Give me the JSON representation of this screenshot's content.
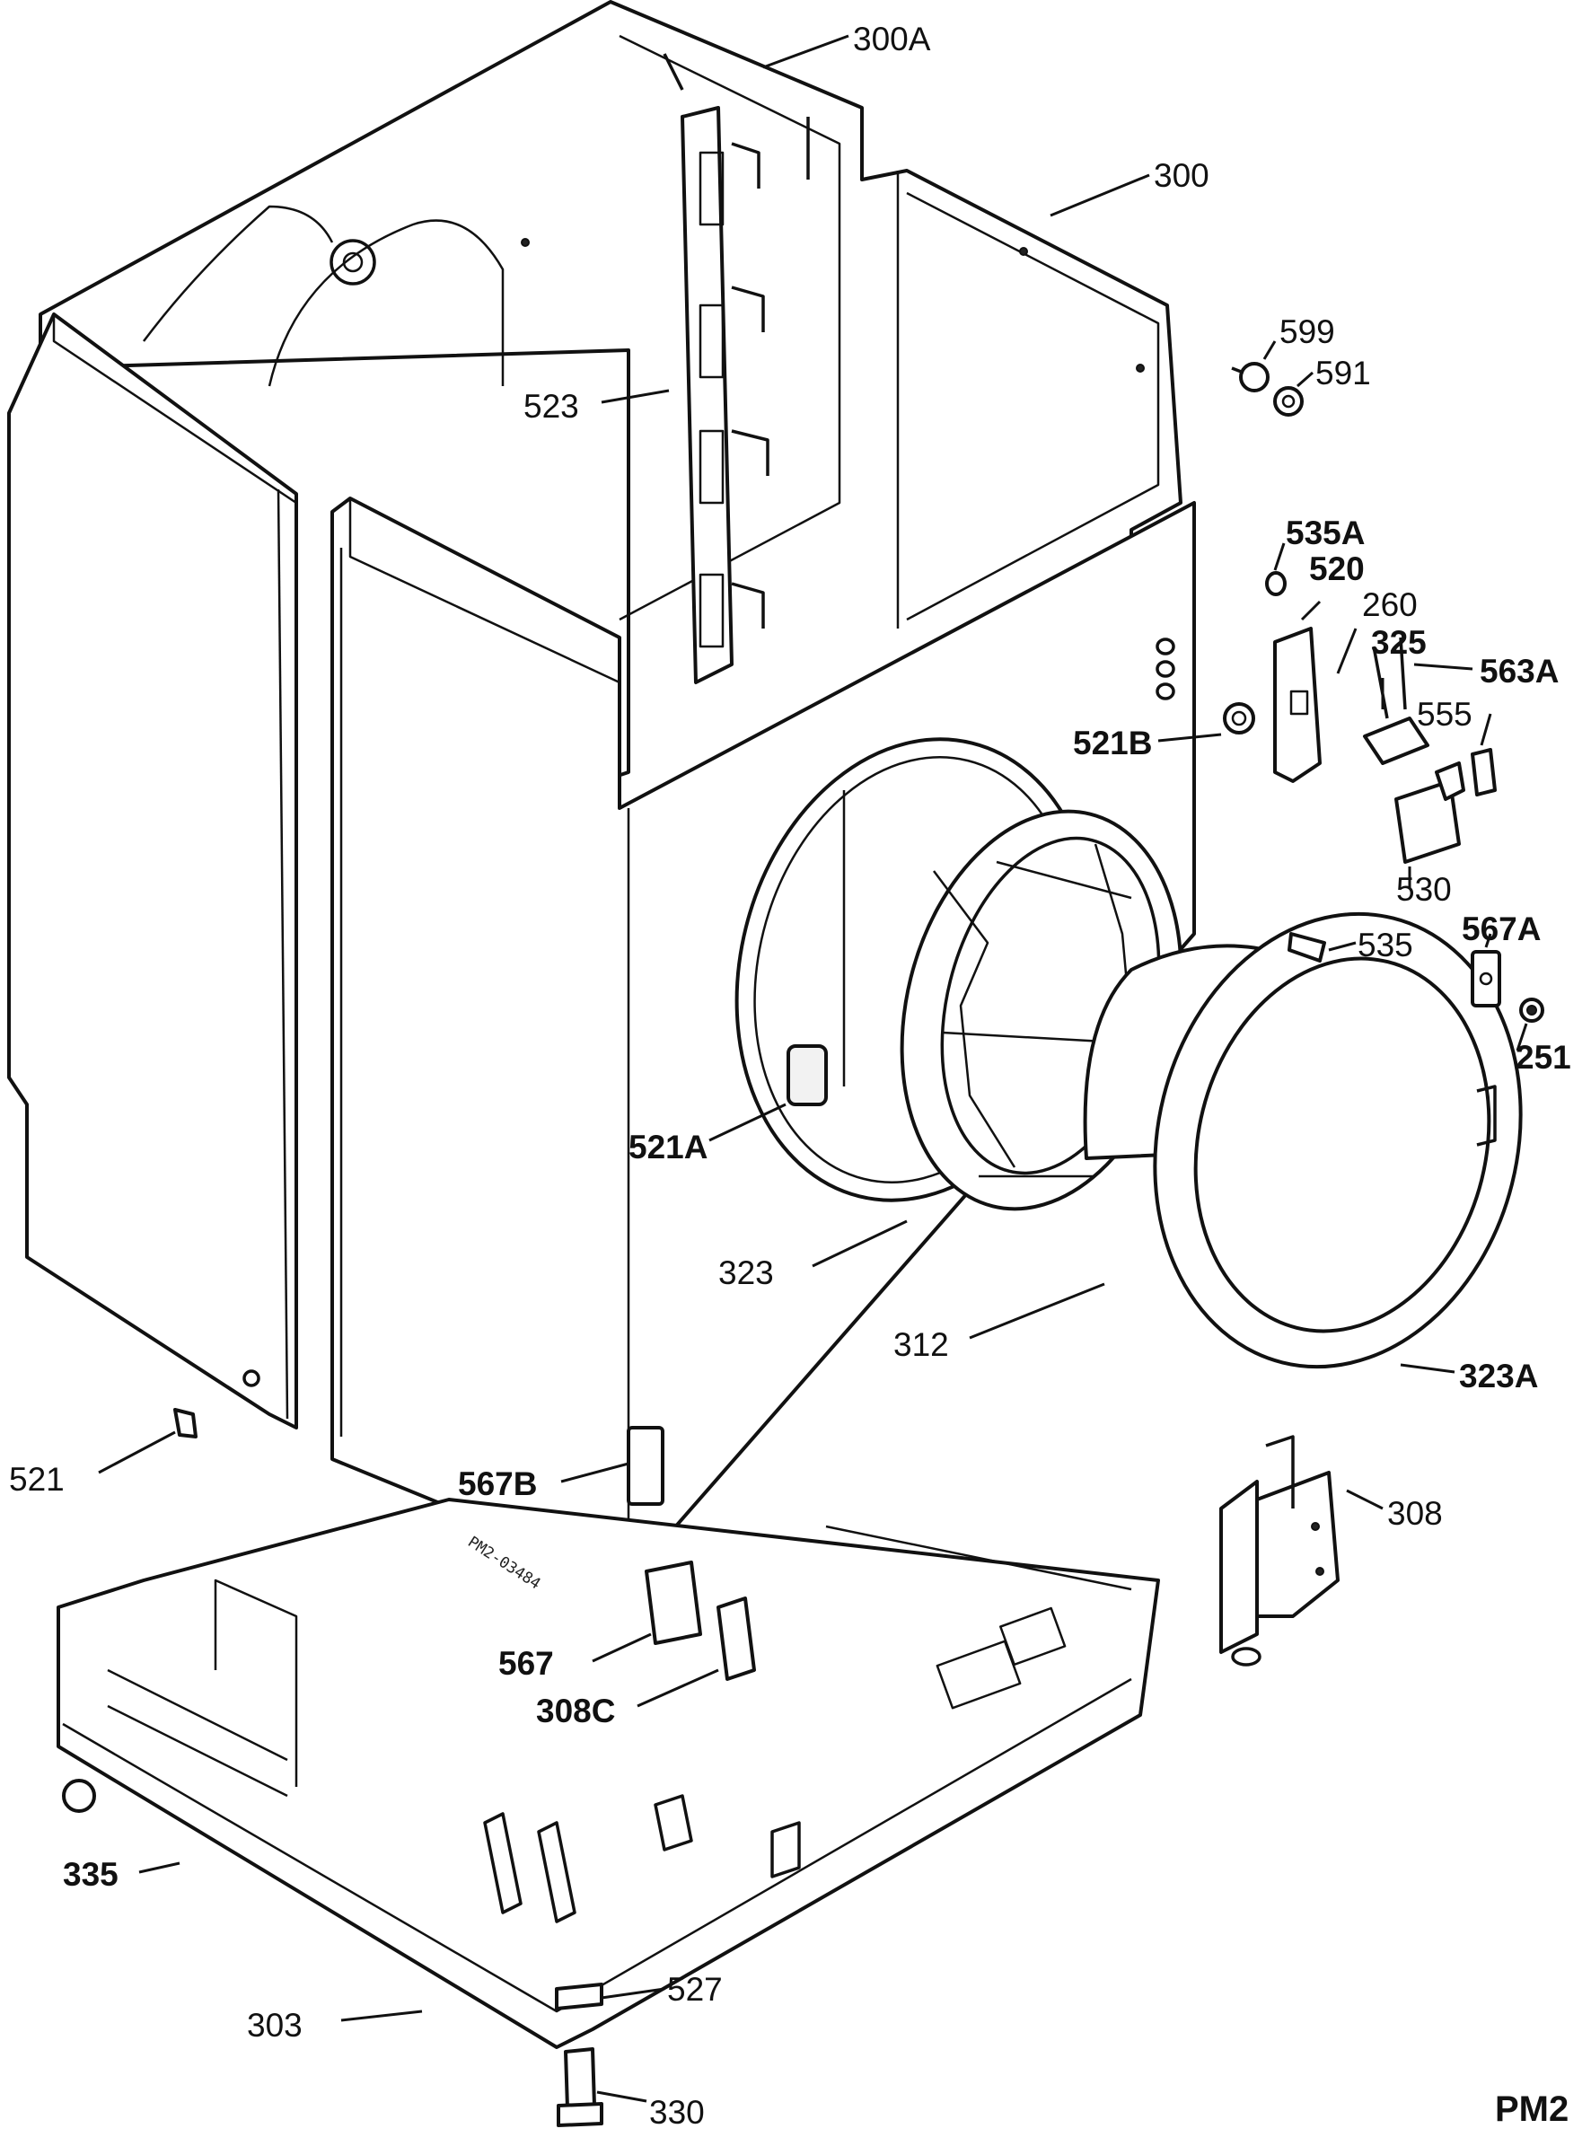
{
  "labels": {
    "l300a": "300A",
    "l300": "300",
    "l599": "599",
    "l591": "591",
    "l523": "523",
    "l535a": "535A",
    "l520": "520",
    "l260": "260",
    "l325": "325",
    "l563a": "563A",
    "l555": "555",
    "l521b": "521B",
    "l530": "530",
    "l535": "535",
    "l567a": "567A",
    "l251": "251",
    "l521a": "521A",
    "l323": "323",
    "l312": "312",
    "l323a": "323A",
    "l521": "521",
    "l567b": "567B",
    "l308": "308",
    "l567": "567",
    "l308c": "308C",
    "l335": "335",
    "l303": "303",
    "l527": "527",
    "l330": "330"
  },
  "stamp": "PM2-03484",
  "page_code": "PM2"
}
